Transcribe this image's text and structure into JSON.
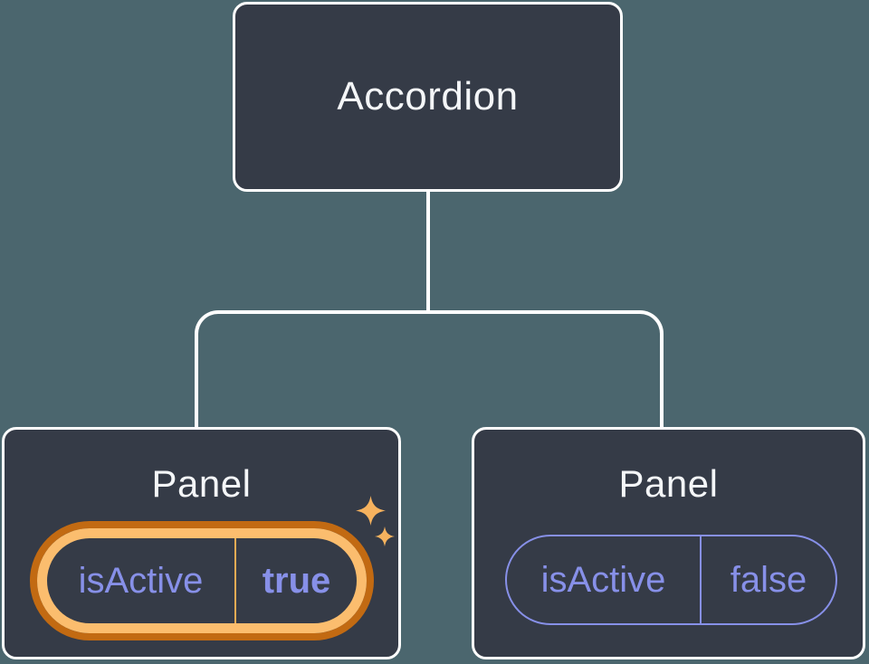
{
  "diagram": {
    "type": "component-tree",
    "root": {
      "label": "Accordion"
    },
    "children": [
      {
        "label": "Panel",
        "state": {
          "key": "isActive",
          "value": "true",
          "highlighted": true
        }
      },
      {
        "label": "Panel",
        "state": {
          "key": "isActive",
          "value": "false",
          "highlighted": false
        }
      }
    ],
    "colors": {
      "background": "#4B666E",
      "node_fill": "#353B47",
      "node_border": "#FFFFFF",
      "text": "#F4F6F8",
      "purple": "#8790E8",
      "orange_light": "#FBBD6E",
      "orange_dark": "#C26A12",
      "orange_divider": "#EFAC54",
      "sparkle": "#F6B25E"
    }
  }
}
